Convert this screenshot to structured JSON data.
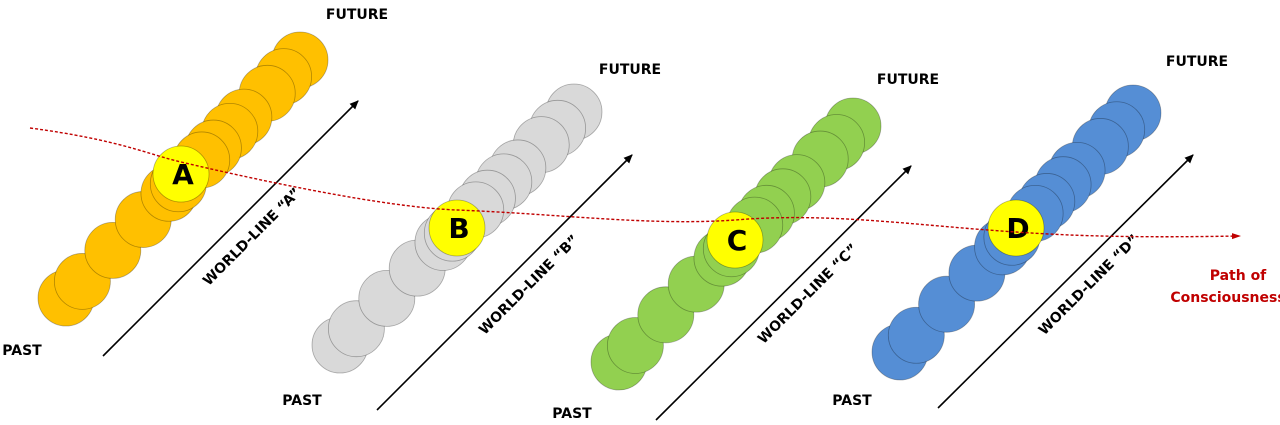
{
  "worldlines": [
    {
      "point": "A",
      "label": "WORLD-LINE “A”",
      "future": "FUTURE",
      "past": "PAST",
      "color": "#FFC000"
    },
    {
      "point": "B",
      "label": "WORLD-LINE “B”",
      "future": "FUTURE",
      "past": "PAST",
      "color": "#D9D9D9"
    },
    {
      "point": "C",
      "label": "WORLD-LINE “C”",
      "future": "FUTURE",
      "past": "PAST",
      "color": "#92D050"
    },
    {
      "point": "D",
      "label": "WORLD-LINE “D”",
      "future": "FUTURE",
      "past": "PAST",
      "color": "#558ED5"
    }
  ],
  "highlight_color": "#FFFF00",
  "path": {
    "line1": "Path of",
    "line2": "Consciousness",
    "color": "#C00000"
  }
}
